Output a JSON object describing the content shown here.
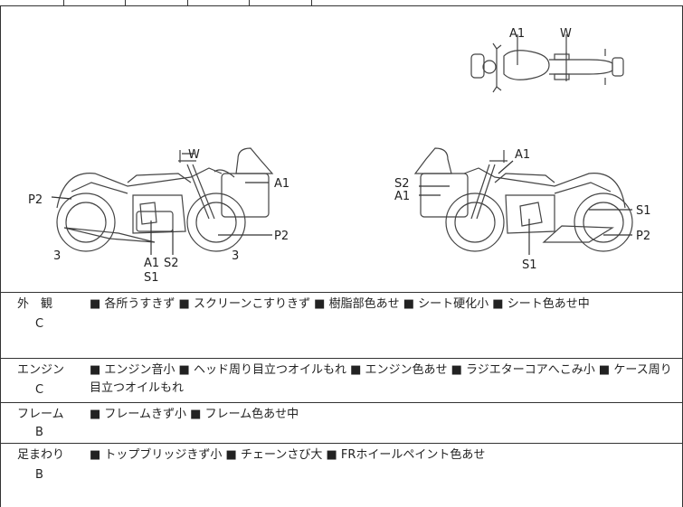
{
  "diagram": {
    "labels": {
      "left_w": "W",
      "left_a1_right": "A1",
      "left_p2_left": "P2",
      "left_p2_right": "P2",
      "left_3_left": "3",
      "left_3_right": "3",
      "left_a1_bottom": "A1",
      "left_s2_bottom": "S2",
      "left_s1_bottom": "S1",
      "right_a1_top": "A1",
      "right_s2": "S2",
      "right_a1_left": "A1",
      "right_s1_right": "S1",
      "right_p2": "P2",
      "right_s1_bottom": "S1",
      "top_a1": "A1",
      "top_w": "W"
    }
  },
  "sections": [
    {
      "category": "外　観",
      "grade": "C",
      "items": "■ 各所うすきず ■ スクリーンこすりきず ■ 樹脂部色あせ ■ シート硬化小 ■ シート色あせ中"
    },
    {
      "category": "エンジン",
      "grade": "C",
      "items": "■ エンジン音小 ■ ヘッド周り目立つオイルもれ ■ エンジン色あせ ■ ラジエターコアへこみ小 ■ ケース周り目立つオイルもれ"
    },
    {
      "category": "フレーム",
      "grade": "B",
      "items": "■ フレームきず小 ■ フレーム色あせ中"
    },
    {
      "category": "足まわり",
      "grade": "B",
      "items": "■ トップブリッジきず小 ■ チェーンさび大 ■ FRホイールペイント色あせ"
    }
  ]
}
